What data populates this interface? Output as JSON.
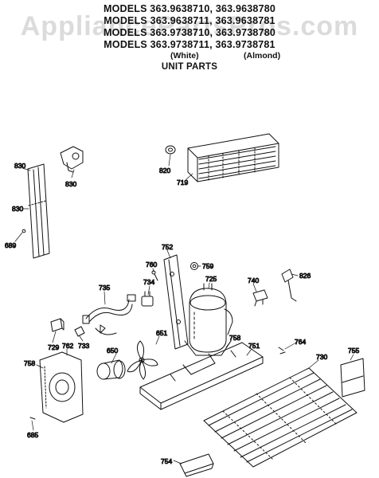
{
  "header": {
    "line1": "MODELS 363.9638710, 363.9638780",
    "line2": "MODELS 363.9638711, 363.9638781",
    "line3": "MODELS 363.9738710, 363.9738780",
    "line4": "MODELS 363.9738711, 363.9738781",
    "white": "(White)",
    "almond": "(Almond)",
    "title": "UNIT PARTS"
  },
  "watermark": "AppliancePartsPros.com",
  "callouts": {
    "c830a": "830",
    "c830b": "830",
    "c830c": "830",
    "c689": "689",
    "c820": "820",
    "c719": "719",
    "c752": "752",
    "c760": "760",
    "c759": "759",
    "c725": "725",
    "c740": "740",
    "c826": "826",
    "c734": "734",
    "c735": "735",
    "c733": "733",
    "c729": "729",
    "c762": "762",
    "c651": "651",
    "c650": "650",
    "c758a": "758",
    "c758b": "758",
    "c751": "751",
    "c764": "764",
    "c730": "730",
    "c755": "755",
    "c685": "685",
    "c754": "754"
  }
}
